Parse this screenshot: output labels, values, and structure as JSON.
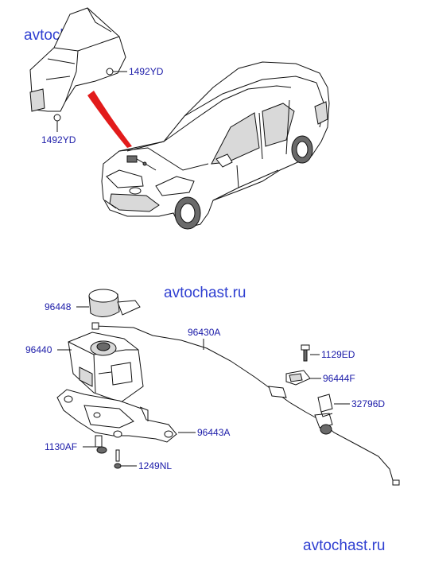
{
  "watermarks": {
    "top": "avtochast.ru",
    "middle": "avtochast.ru",
    "bottom": "avtochast.ru"
  },
  "callouts": {
    "c_1492yd_a": "1492YD",
    "c_1492yd_b": "1492YD",
    "c_96448": "96448",
    "c_96430a": "96430A",
    "c_96440": "96440",
    "c_1129ed": "1129ED",
    "c_96444f": "96444F",
    "c_32796d": "32796D",
    "c_96443a": "96443A",
    "c_1130af": "1130AF",
    "c_1249nl": "1249NL"
  },
  "colors": {
    "callout_text": "#1a1aa8",
    "watermark": "#2f3fd1",
    "pointer_arrow": "#e21b1b",
    "line_art": "#111111"
  }
}
